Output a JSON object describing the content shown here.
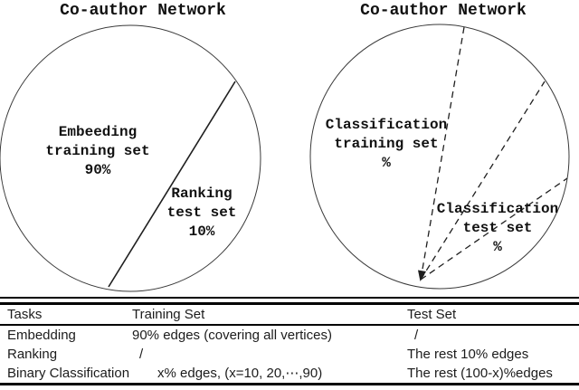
{
  "figure": {
    "left_diagram": {
      "title": "Co-author Network",
      "training_label": [
        "Embeeding",
        "training set",
        "90%"
      ],
      "test_label": [
        "Ranking",
        "test set",
        "10%"
      ]
    },
    "right_diagram": {
      "title": "Co-author Network",
      "training_label": [
        "Classification",
        "training set",
        "%"
      ],
      "test_label": [
        "Classification",
        "test set",
        "%"
      ]
    }
  },
  "table": {
    "headers": [
      "Tasks",
      "Training Set",
      "Test Set"
    ],
    "rows": [
      [
        "Embedding",
        "90% edges (covering all vertices)",
        "/"
      ],
      [
        "Ranking",
        "/",
        "The rest 10% edges"
      ],
      [
        "Binary Classification",
        "x% edges, (x=10, 20,⋯,90)",
        "The rest (100-x)%edges"
      ]
    ]
  },
  "colors": {
    "ink": "#111111",
    "circle_stroke": "#3a3a3a",
    "background": "#ffffff"
  }
}
